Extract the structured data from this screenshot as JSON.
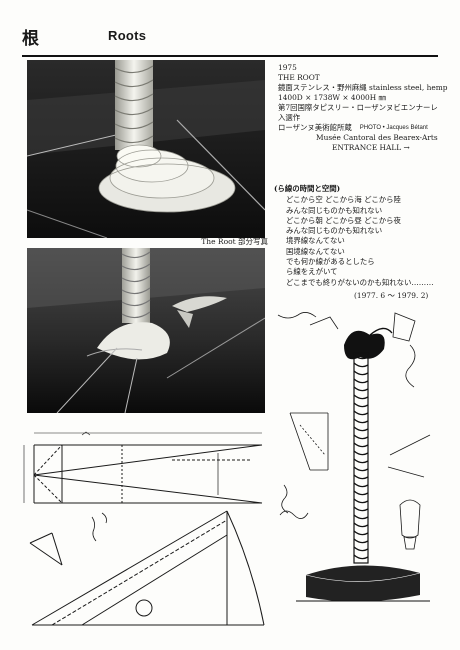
{
  "header": {
    "kanji_title": "根",
    "english_title": "Roots"
  },
  "photo_caption": "The Root 部分写真",
  "info": {
    "year": "1975",
    "title": "THE ROOT",
    "materials": "鏡面ステンレス・野州麻縄 stainless steel, hemp",
    "dimensions": "1400D × 1738W × 4000H ㎜",
    "exhibition": "第7回国際タピスリー・ローザンヌビエンナーレ",
    "selection": "入選作",
    "collection": "ローザンヌ美術館所蔵",
    "photo_credit": "PHOTO • Jacques Bétant",
    "museum": "Musée Cantoral des Bearex-Arts",
    "entrance": "ENTRANCE HALL →"
  },
  "poem": {
    "title": "(ら線の時間と空間)",
    "lines": [
      "どこから空 どこから海 どこから陸",
      "みんな同じものかも知れない",
      "どこから朝 どこから昼 どこから夜",
      "みんな同じものかも知れない",
      "境界線なんてない",
      "国境線なんてない",
      "でも何か線があるとしたら",
      "ら線をえがいて",
      "どこまでも終りがないのかも知れない………"
    ],
    "date": "(1977. 6 〜 1979. 2)"
  }
}
